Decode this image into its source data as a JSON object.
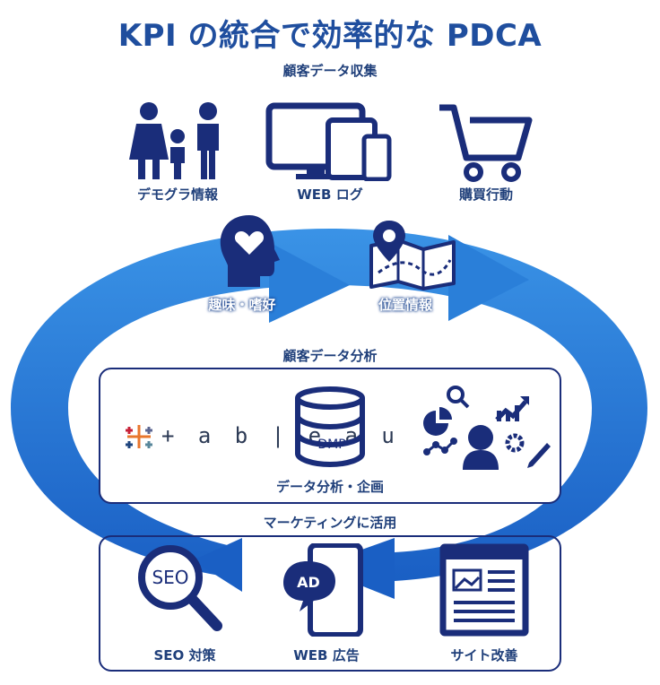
{
  "title": "KPI の統合で効率的な PDCA",
  "sections": {
    "collect": "顧客データ収集",
    "analyze": "顧客データ分析",
    "utilize": "マーケティングに活用"
  },
  "collect_items": [
    {
      "label": "デモグラ情報",
      "icon": "family-icon"
    },
    {
      "label": "WEB ログ",
      "icon": "devices-icon"
    },
    {
      "label": "購買行動",
      "icon": "shopping-cart-icon"
    }
  ],
  "flow_items": [
    {
      "label": "趣味・嗜好",
      "icon": "head-heart-icon"
    },
    {
      "label": "位置情報",
      "icon": "map-pin-icon"
    }
  ],
  "analysis": {
    "tableau_text": "+ a b | e a u",
    "dmp_text": "DMP",
    "caption": "データ分析・企画"
  },
  "utilize_items": [
    {
      "label": "SEO 対策",
      "icon": "seo-magnifier-icon",
      "icon_text": "SEO"
    },
    {
      "label": "WEB 広告",
      "icon": "phone-ad-icon",
      "icon_text": "AD"
    },
    {
      "label": "サイト改善",
      "icon": "webpage-icon"
    }
  ],
  "colors": {
    "navy": "#1a2d7a",
    "title_blue": "#1f4e9e",
    "arrow_blue": "#2a7fd9",
    "arrow_dark": "#1755b8"
  }
}
